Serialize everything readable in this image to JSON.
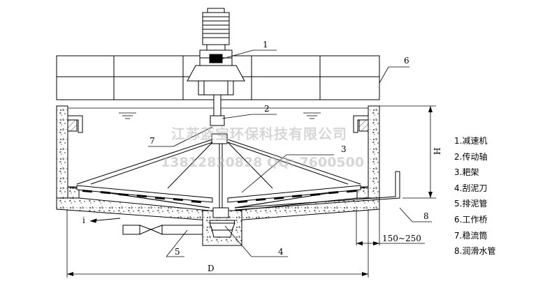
{
  "callouts": [
    "1",
    "2",
    "3",
    "4",
    "5",
    "6",
    "7",
    "8"
  ],
  "dimensions": {
    "height": "H",
    "diameter": "D",
    "overhang": "150~250",
    "slope": "i"
  },
  "legend": [
    "1.减速机",
    "2.传动轴",
    "3.耙架",
    "4.刮泥刀",
    "5.排泥管",
    "6.工作桥",
    "7.稳流筒",
    "8.润滑水管"
  ],
  "watermark": {
    "company": "江苏蓝宝环保科技有限公司",
    "phone": "13812820828  QQ: 7600500"
  }
}
